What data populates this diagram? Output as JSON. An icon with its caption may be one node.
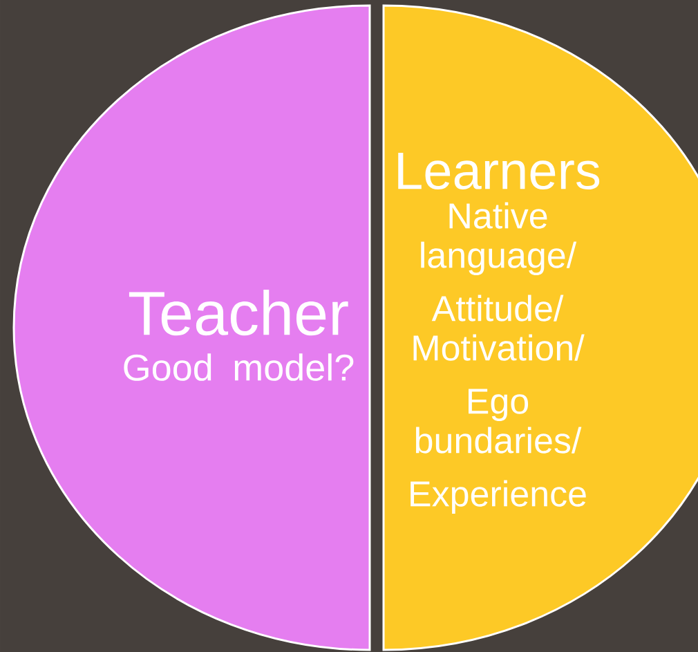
{
  "diagram": {
    "nodes": [
      {
        "text": [
          "Teacher",
          "Good model?"
        ]
      },
      {
        "text": [
          "Learners",
          "Native language/",
          "Attitude/ Motivation/",
          "Ego bundaries/",
          "Experience"
        ]
      }
    ]
  }
}
